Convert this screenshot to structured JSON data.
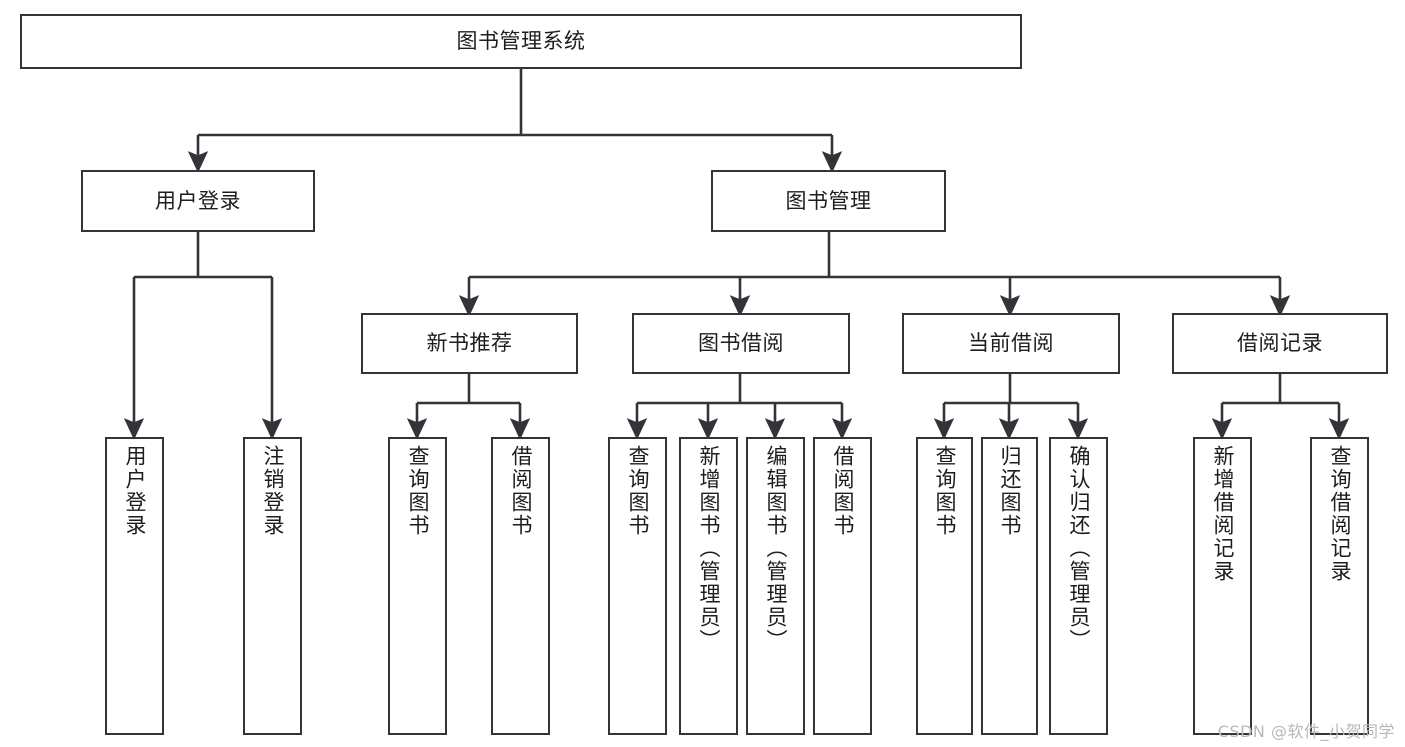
{
  "diagram": {
    "title": "图书管理系统",
    "watermark": "CSDN @软件_小贺同学",
    "style": {
      "border_color": "#33333a",
      "text_color": "#1d1d21",
      "background": "#ffffff",
      "watermark_color": "#b8b8bc"
    },
    "nodes": {
      "root": {
        "label": "图书管理系统"
      },
      "level2": [
        {
          "id": "user-login",
          "label": "用户登录"
        },
        {
          "id": "book-management",
          "label": "图书管理"
        }
      ],
      "level3": [
        {
          "id": "new-book-recommend",
          "label": "新书推荐"
        },
        {
          "id": "book-borrow",
          "label": "图书借阅"
        },
        {
          "id": "current-borrow",
          "label": "当前借阅"
        },
        {
          "id": "borrow-record",
          "label": "借阅记录"
        }
      ],
      "leaves": {
        "user_login": [
          {
            "id": "leaf-user-login",
            "label": "用户登录"
          },
          {
            "id": "leaf-logout-login",
            "label": "注销登录"
          }
        ],
        "new_book_recommend": [
          {
            "id": "leaf-query-book-1",
            "label": "查询图书"
          },
          {
            "id": "leaf-borrow-book-1",
            "label": "借阅图书"
          }
        ],
        "book_borrow": [
          {
            "id": "leaf-query-book-2",
            "label": "查询图书"
          },
          {
            "id": "leaf-add-book",
            "label": "新增图书（管理员）"
          },
          {
            "id": "leaf-edit-book",
            "label": "编辑图书（管理员）"
          },
          {
            "id": "leaf-borrow-book-2",
            "label": "借阅图书"
          }
        ],
        "current_borrow": [
          {
            "id": "leaf-query-book-3",
            "label": "查询图书"
          },
          {
            "id": "leaf-return-book",
            "label": "归还图书"
          },
          {
            "id": "leaf-confirm-return",
            "label": "确认归还（管理员）"
          }
        ],
        "borrow_record": [
          {
            "id": "leaf-add-record",
            "label": "新增借阅记录"
          },
          {
            "id": "leaf-query-record",
            "label": "查询借阅记录"
          }
        ]
      }
    }
  }
}
